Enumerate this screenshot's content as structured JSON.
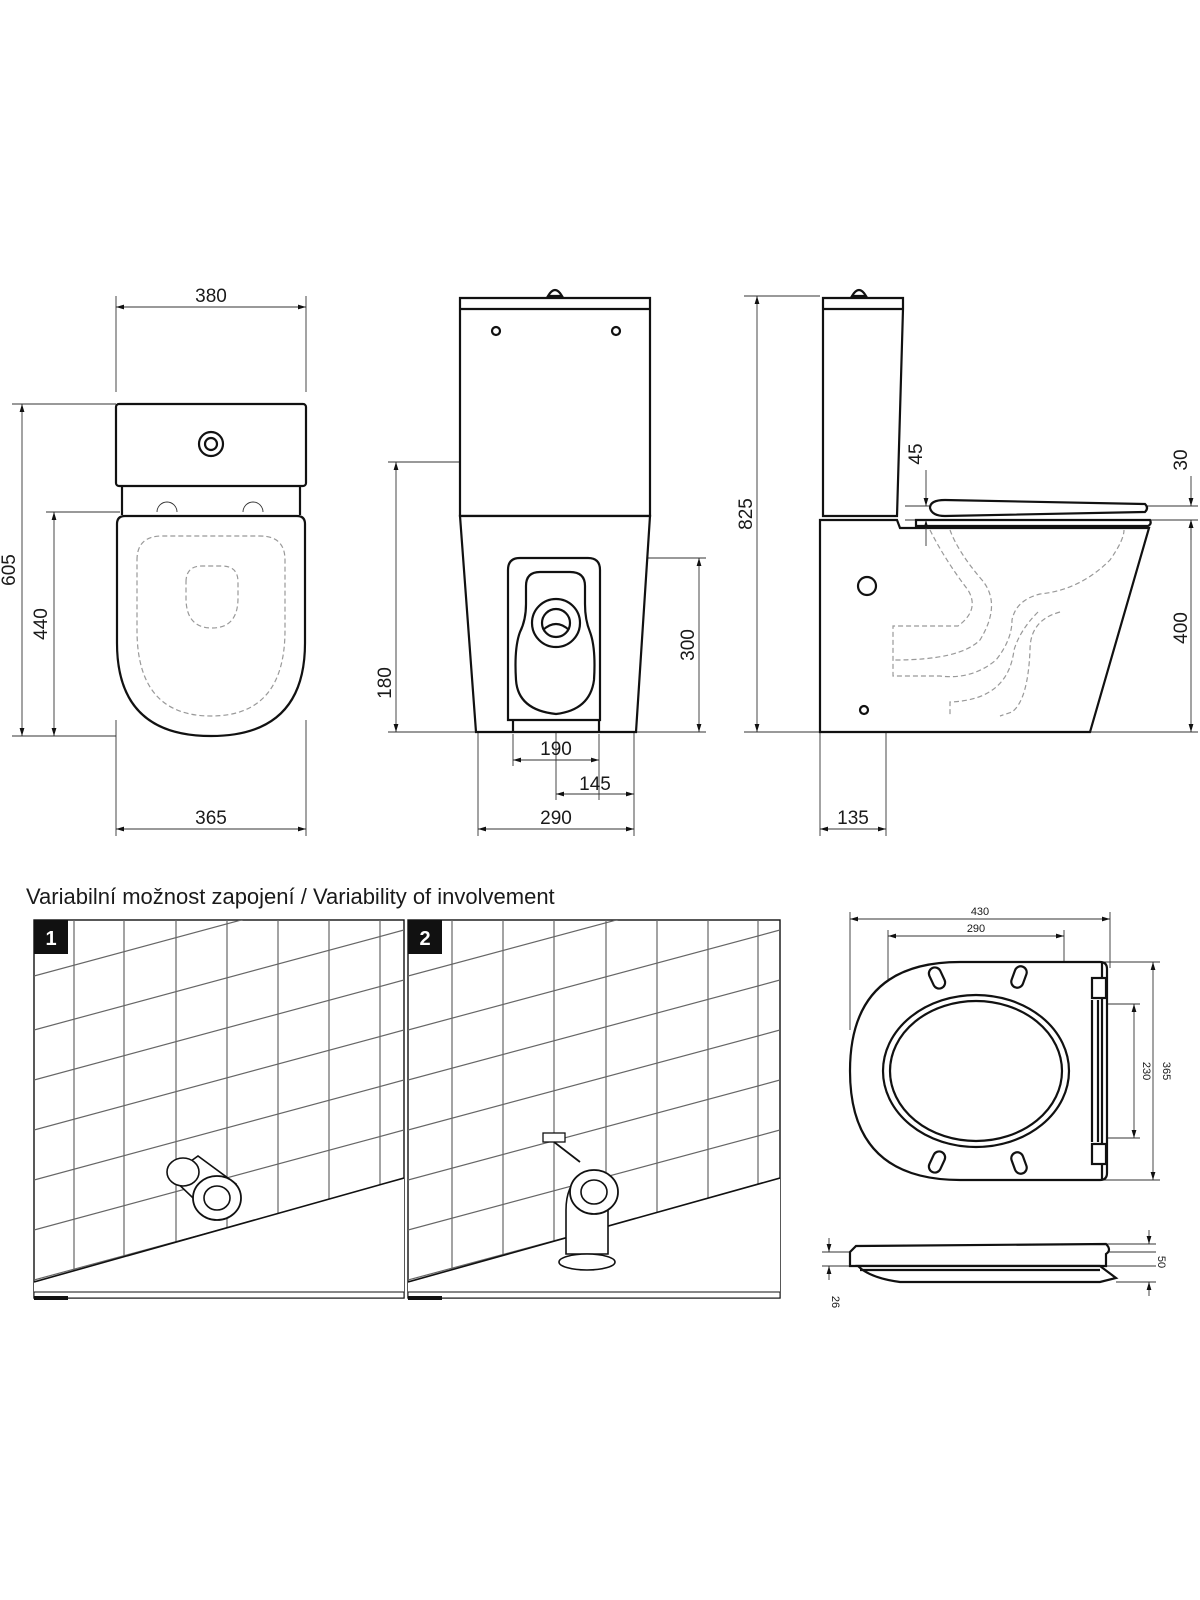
{
  "front_view": {
    "width_top": "380",
    "height_total": "605",
    "height_seat": "440",
    "width_bottom": "365"
  },
  "rear_view": {
    "height_outlet": "300",
    "height_low": "180",
    "width_opening": "190",
    "width_offset": "145",
    "width_base": "290"
  },
  "side_view": {
    "height_total": "825",
    "seat_gap": "45",
    "seat_thickness": "30",
    "seat_height": "400",
    "wall_offset": "135"
  },
  "section_heading": "Variabilní možnost zapojení / Variability of involvement",
  "variant_badges": [
    "1",
    "2"
  ],
  "seat_top": {
    "width": "430",
    "hinge_width": "290",
    "depth": "365",
    "inner_depth": "230"
  },
  "seat_side": {
    "total_thickness": "50",
    "lid_thickness": "26"
  }
}
